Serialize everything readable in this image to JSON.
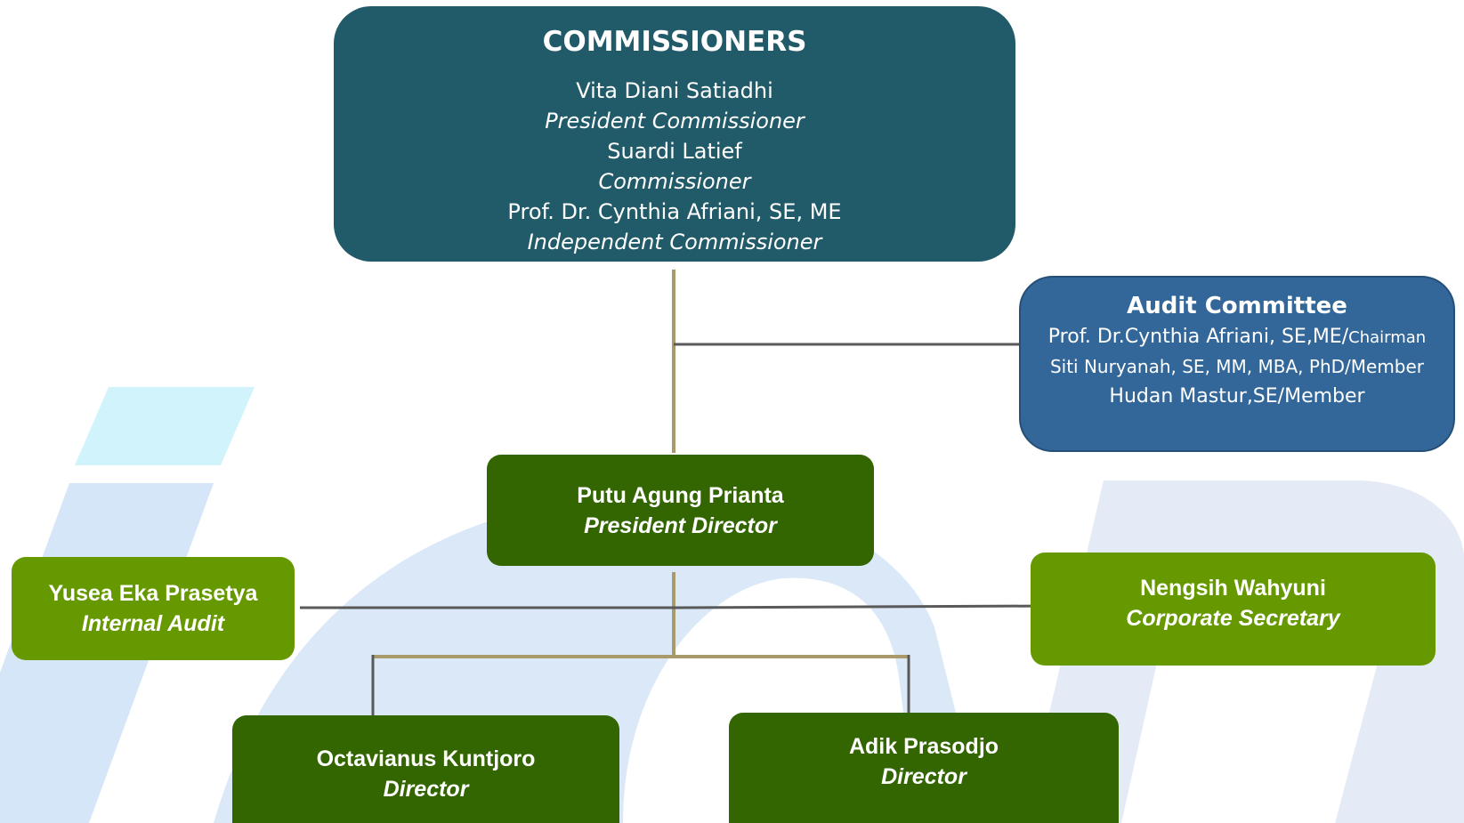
{
  "commissioners": {
    "title": "COMMISSIONERS",
    "members": [
      {
        "name": "Vita Diani Satiadhi",
        "role": "President Commissioner"
      },
      {
        "name": "Suardi Latief",
        "role": "Commissioner"
      },
      {
        "name": "Prof. Dr. Cynthia Afriani, SE, ME",
        "role": "Independent Commissioner"
      }
    ]
  },
  "audit_committee": {
    "title": "Audit Committee",
    "members": [
      {
        "name": "Prof. Dr.Cynthia Afriani, SE,ME/",
        "suffix": "Chairman"
      },
      {
        "name": "Siti Nuryanah, SE, MM, MBA, PhD/Member",
        "suffix": ""
      },
      {
        "name": "Hudan Mastur,SE/Member",
        "suffix": ""
      }
    ]
  },
  "president_director": {
    "name": "Putu Agung Prianta",
    "role": "President Director"
  },
  "internal_audit": {
    "name": "Yusea Eka Prasetya",
    "role": "Internal Audit"
  },
  "corporate_secretary": {
    "name": "Nengsih Wahyuni",
    "role": "Corporate Secretary"
  },
  "directors": [
    {
      "name": "Octavianus Kuntjoro",
      "role": "Director"
    },
    {
      "name": "Adik Prasodjo",
      "role": "Director"
    }
  ],
  "colors": {
    "commissioners": "#215a68",
    "audit_committee": "#336799",
    "dark_green": "#336600",
    "light_green": "#669900",
    "tan_connector": "#a89a6a",
    "gray_connector": "#595959",
    "watermark_blue": "#cfe2f8",
    "watermark_cyan": "#ccf2fb"
  }
}
